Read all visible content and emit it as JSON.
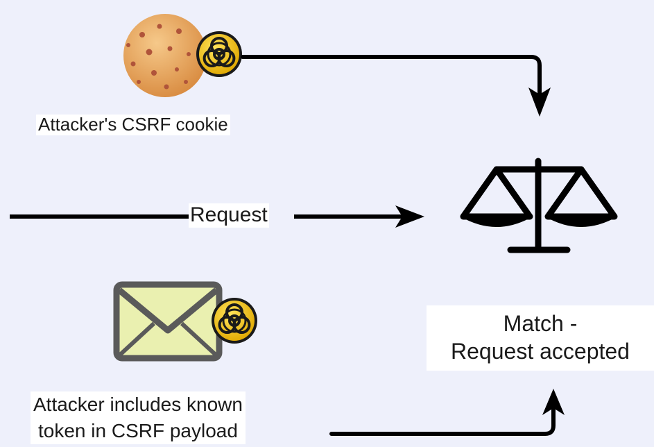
{
  "labels": {
    "cookie": "Attacker's CSRF cookie",
    "request": "Request",
    "result_line1": "Match -",
    "result_line2": "Request accepted",
    "payload_line1": "Attacker includes known",
    "payload_line2": "token in CSRF payload"
  },
  "icons": {
    "cookie": "cookie-icon",
    "biohazard": "biohazard-icon",
    "envelope": "envelope-icon",
    "scales": "scales-icon"
  },
  "colors": {
    "background": "#eef0fb",
    "stroke": "#000000",
    "cookie": "#e8a257",
    "cookie_spots": "#b0543a",
    "biohazard_fill": "#f5c518",
    "envelope_fill": "#eaf0b0",
    "envelope_border": "#555555"
  }
}
